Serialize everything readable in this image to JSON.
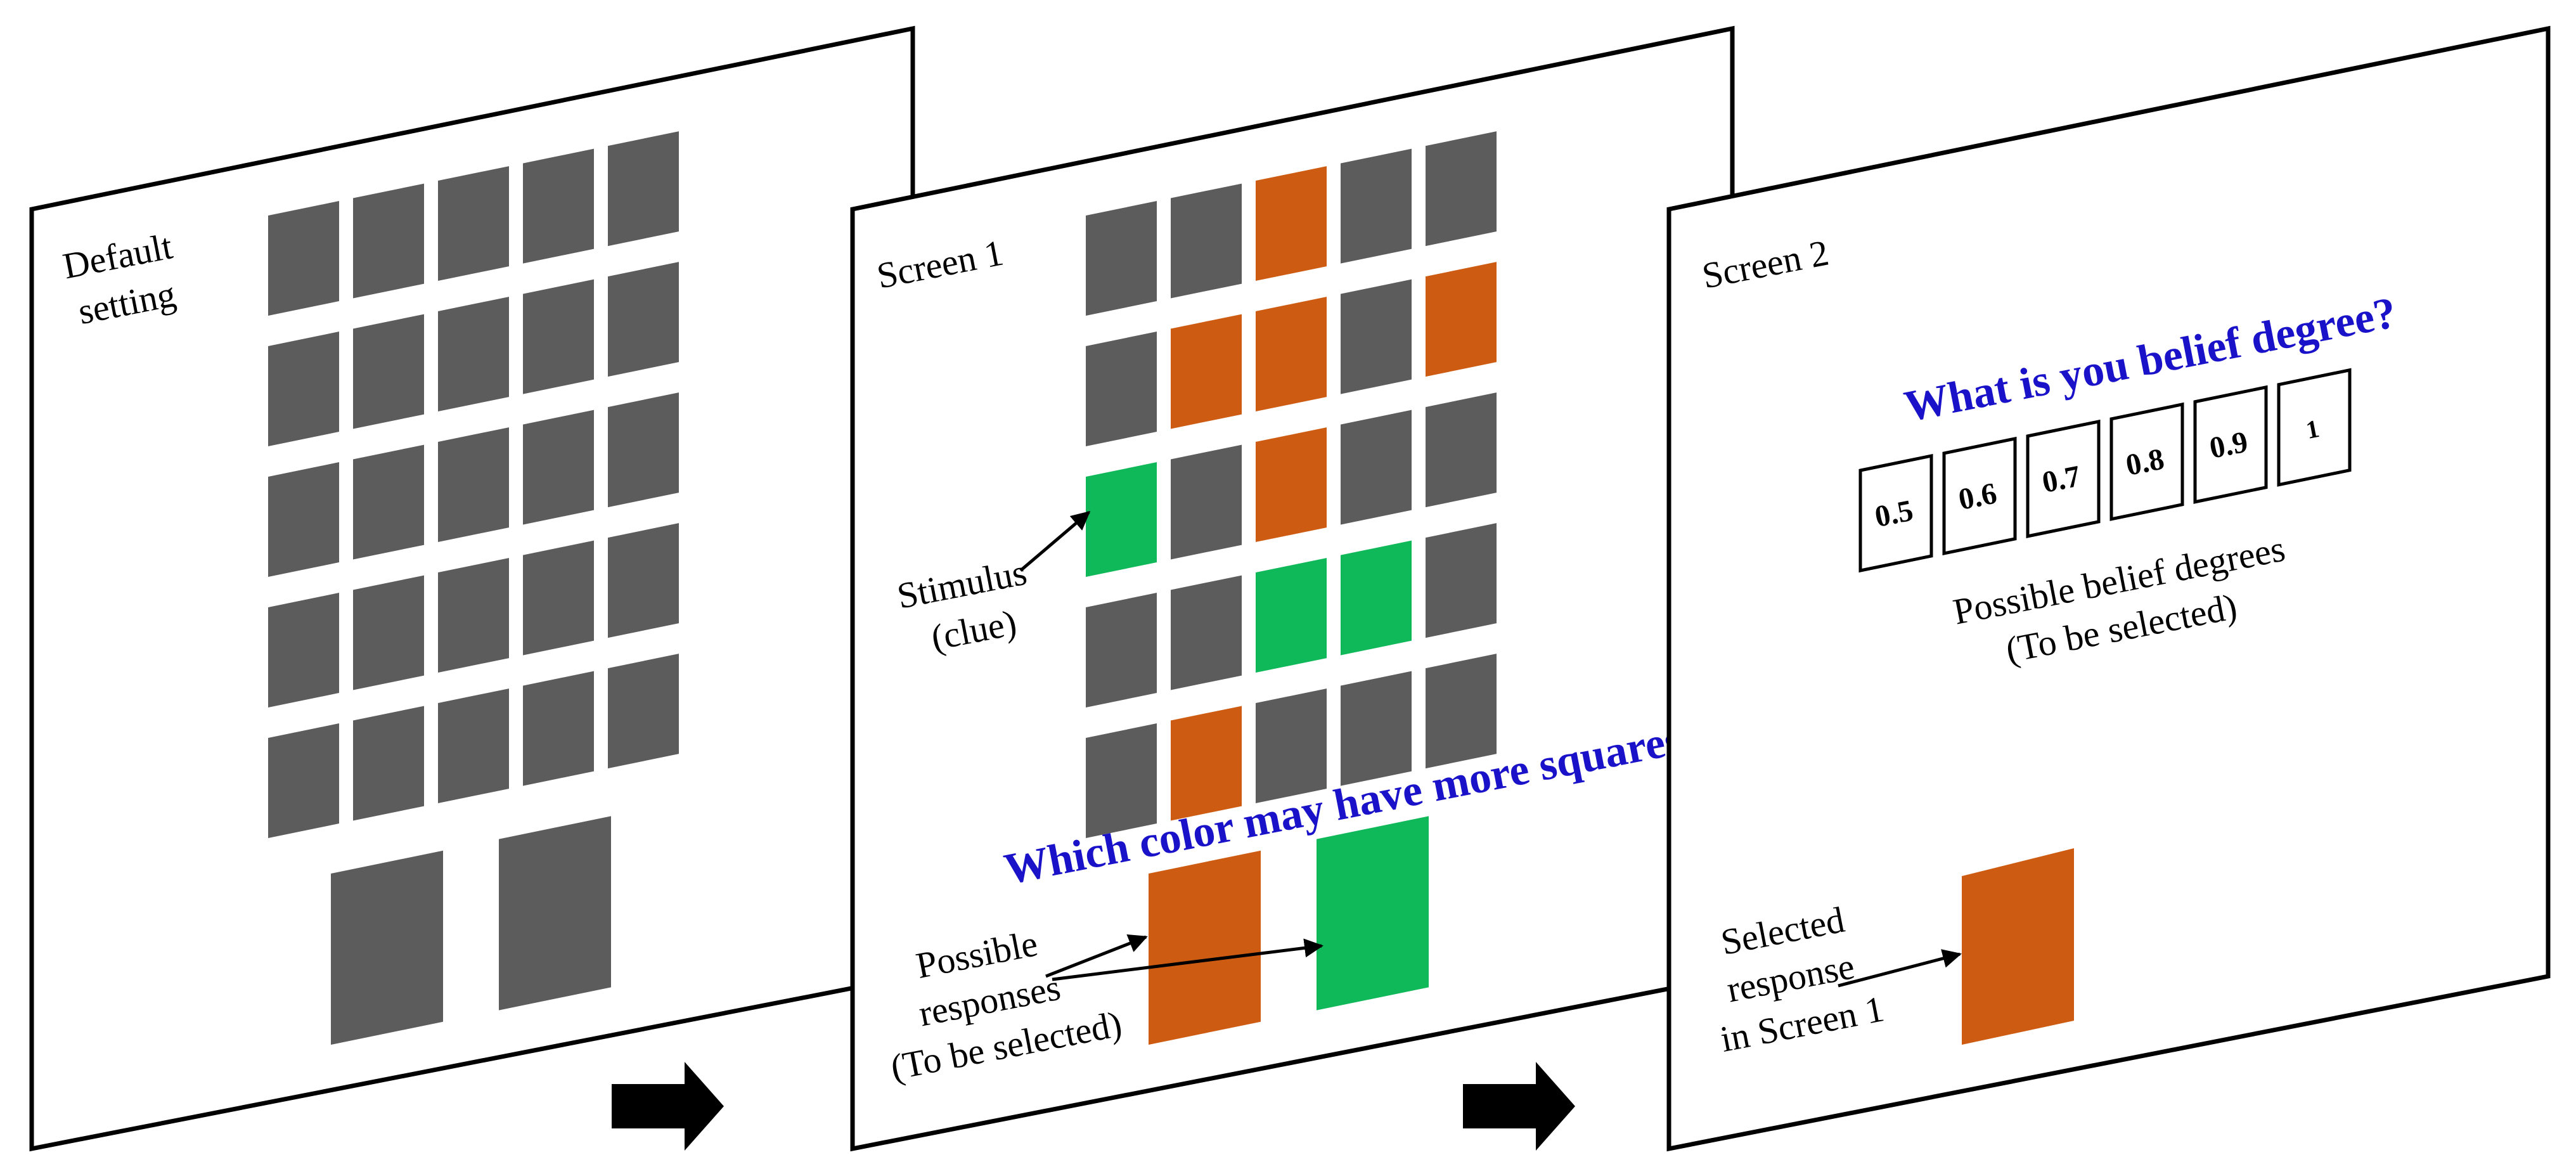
{
  "colors": {
    "gray": "#5c5c5c",
    "orange": "#cd5c12",
    "green": "#0fb858",
    "question_blue": "#1a12c8"
  },
  "panel_default": {
    "label_line1": "Default",
    "label_line2": "setting",
    "grid": [
      [
        "gray",
        "gray",
        "gray",
        "gray",
        "gray"
      ],
      [
        "gray",
        "gray",
        "gray",
        "gray",
        "gray"
      ],
      [
        "gray",
        "gray",
        "gray",
        "gray",
        "gray"
      ],
      [
        "gray",
        "gray",
        "gray",
        "gray",
        "gray"
      ],
      [
        "gray",
        "gray",
        "gray",
        "gray",
        "gray"
      ]
    ],
    "responses": [
      "gray",
      "gray"
    ]
  },
  "panel_screen1": {
    "title": "Screen 1",
    "grid": [
      [
        "gray",
        "gray",
        "orange",
        "gray",
        "gray"
      ],
      [
        "gray",
        "orange",
        "orange",
        "gray",
        "orange"
      ],
      [
        "green",
        "gray",
        "orange",
        "gray",
        "gray"
      ],
      [
        "gray",
        "gray",
        "green",
        "green",
        "gray"
      ],
      [
        "gray",
        "orange",
        "gray",
        "gray",
        "gray"
      ]
    ],
    "responses": [
      "orange",
      "green"
    ],
    "question": "Which color may have more squares?",
    "stimulus_line1": "Stimulus",
    "stimulus_line2": "(clue)",
    "responses_line1": "Possible",
    "responses_line2": "responses",
    "responses_line3": "(To be selected)"
  },
  "panel_screen2": {
    "title": "Screen 2",
    "question": "What is you belief degree?",
    "options": [
      "0.5",
      "0.6",
      "0.7",
      "0.8",
      "0.9",
      "1"
    ],
    "options_line1": "Possible belief degrees",
    "options_line2": "(To be selected)",
    "selected_color": "orange",
    "selected_line1": "Selected",
    "selected_line2": "response",
    "selected_line3": "in Screen 1"
  },
  "arrows": [
    "next-arrow-1",
    "next-arrow-2"
  ]
}
